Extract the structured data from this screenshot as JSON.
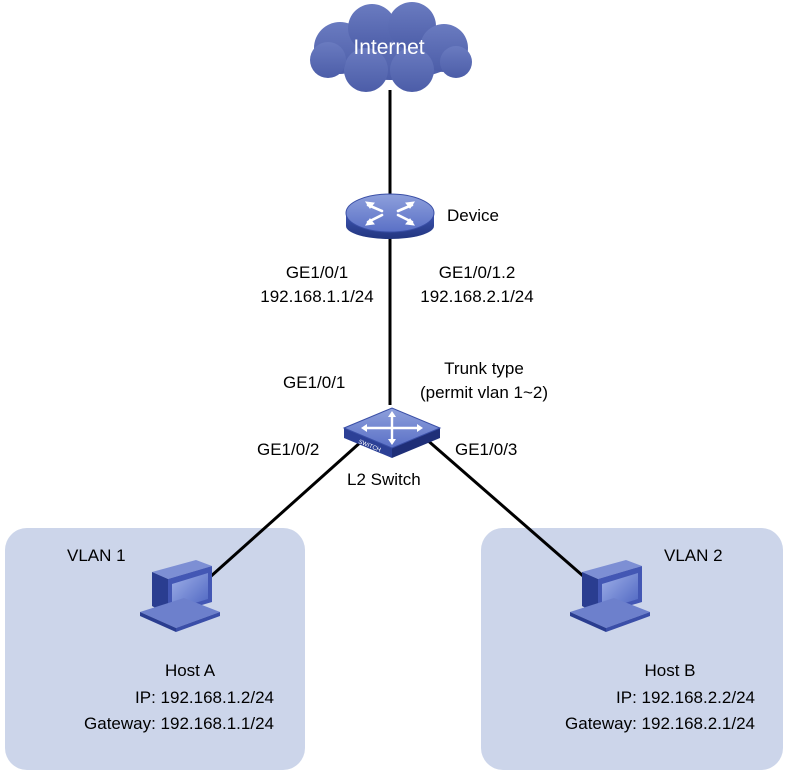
{
  "internet": {
    "label": "Internet"
  },
  "device": {
    "label": "Device",
    "port_left": "GE1/0/1",
    "ip_left": "192.168.1.1/24",
    "port_right": "GE1/0/1.2",
    "ip_right": "192.168.2.1/24"
  },
  "l2switch": {
    "label": "L2 Switch",
    "uplink_port": "GE1/0/1",
    "trunk_line1": "Trunk type",
    "trunk_line2": "(permit vlan 1~2)",
    "port_left": "GE1/0/2",
    "port_right": "GE1/0/3",
    "icon_text": "SWITCH"
  },
  "vlan1": {
    "label": "VLAN 1",
    "host": "Host A",
    "ip": "IP: 192.168.1.2/24",
    "gateway": "Gateway: 192.168.1.1/24"
  },
  "vlan2": {
    "label": "VLAN 2",
    "host": "Host B",
    "ip": "IP: 192.168.2.2/24",
    "gateway": "Gateway: 192.168.2.1/24"
  },
  "colors": {
    "vlan_box": "#ccd5ea",
    "cloud": "#5b6cb2",
    "device_blue": "#3f57b2",
    "link": "#000000"
  }
}
